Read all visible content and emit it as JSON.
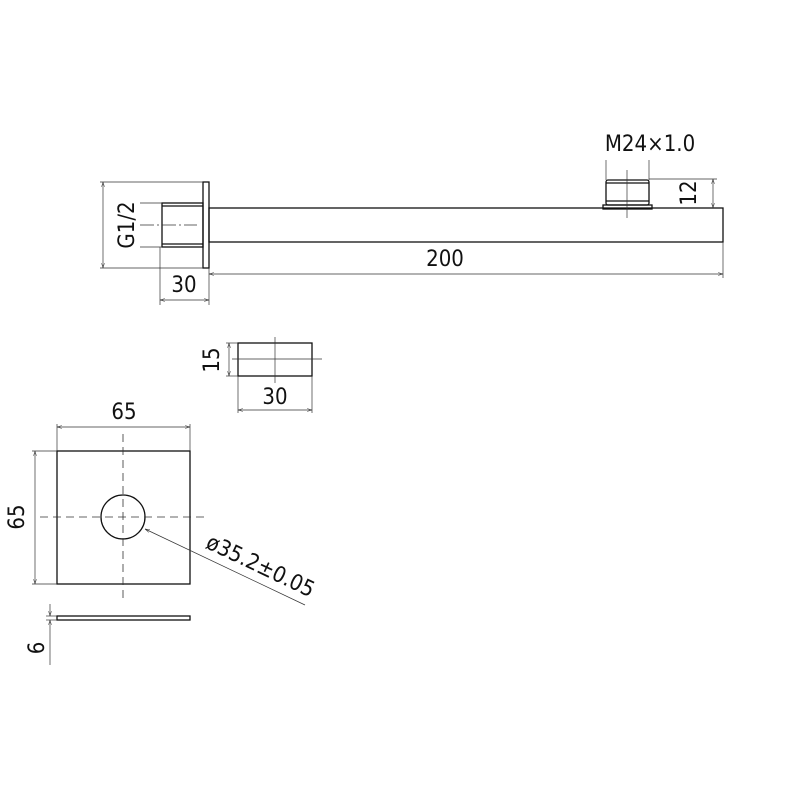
{
  "drawing": {
    "side_view": {
      "thread_label": "G1/2",
      "flange_to_thread_dim": "30",
      "arm_length_dim": "200",
      "outlet_thread_label": "M24×1.0",
      "outlet_height_dim": "12"
    },
    "arm_section": {
      "height_dim": "15",
      "width_dim": "30"
    },
    "flange_plate": {
      "width_dim": "65",
      "height_dim": "65",
      "hole_dim": "ø35.2±0.05",
      "thickness_dim": "6"
    }
  }
}
